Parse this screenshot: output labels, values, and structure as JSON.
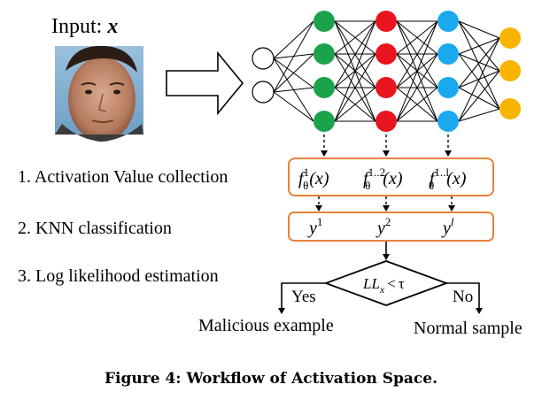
{
  "input_label": {
    "prefix": "Input: ",
    "var": "x"
  },
  "photo": {
    "alt": "face photo"
  },
  "colors": {
    "input_node": "#ffffff",
    "layer1": "#1aa34a",
    "layer2": "#e8141e",
    "layer3": "#1aa9ef",
    "output": "#f7b500",
    "box_border": "#e8823c",
    "edge": "#000000"
  },
  "network": {
    "layers": [
      {
        "name": "input",
        "count": 2
      },
      {
        "name": "hidden1",
        "count": 4
      },
      {
        "name": "hidden2",
        "count": 4
      },
      {
        "name": "hidden3",
        "count": 4
      },
      {
        "name": "output",
        "count": 3
      }
    ]
  },
  "steps": [
    {
      "label": "1. Activation Value collection"
    },
    {
      "label": "2. KNN classification"
    },
    {
      "label": "3. Log likelihood estimation"
    }
  ],
  "activation_box": {
    "items": [
      {
        "base": "f",
        "sup": "1",
        "sub": "θ",
        "arg": "(x)"
      },
      {
        "base": "f",
        "sup": "1..2",
        "sub": "θ",
        "arg": "(x)"
      },
      {
        "base": "f",
        "sup": "1..l",
        "sub": "θ",
        "arg": "(x)"
      }
    ]
  },
  "knn_box": {
    "items": [
      {
        "base": "y",
        "sup": "1"
      },
      {
        "base": "y",
        "sup": "2"
      },
      {
        "base": "y",
        "sup": "l"
      }
    ]
  },
  "decision": {
    "lhs": "LL",
    "lhs_sub": "x",
    "op": "<",
    "threshold": "τ",
    "yes_label": "Yes",
    "no_label": "No",
    "yes_outcome": "Malicious example",
    "no_outcome": "Normal sample"
  },
  "caption": "Figure 4: Workflow of Activation Space."
}
